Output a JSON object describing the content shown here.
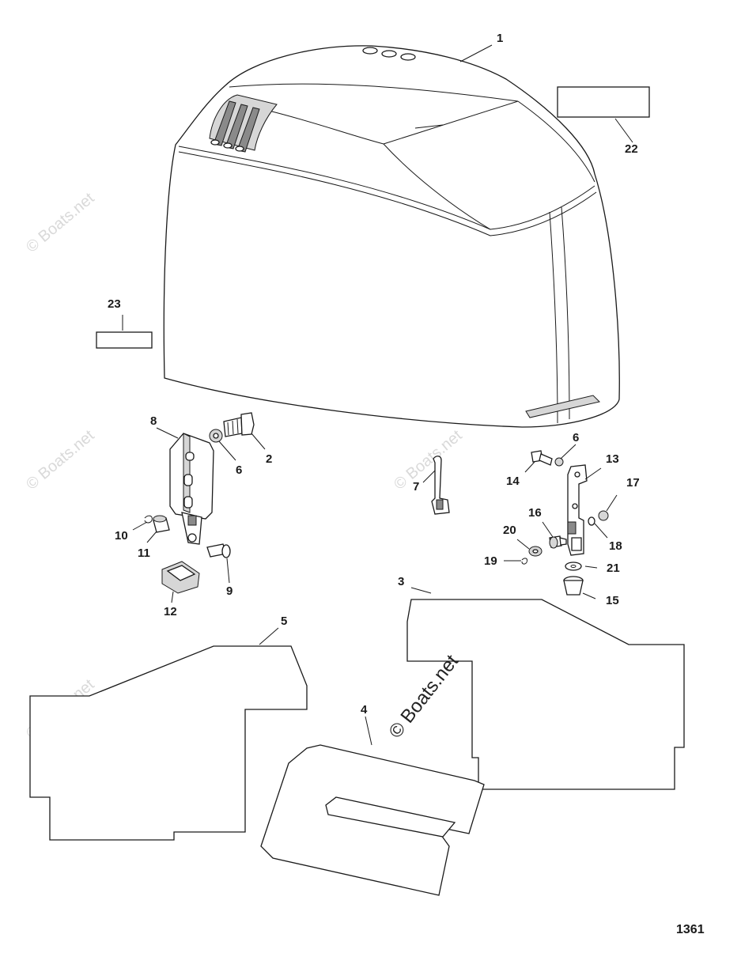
{
  "diagram": {
    "figure_number": "1361",
    "watermark": "© Boats.net",
    "callouts": {
      "c1": "1",
      "c2": "2",
      "c3": "3",
      "c4": "4",
      "c5": "5",
      "c6a": "6",
      "c6b": "6",
      "c7": "7",
      "c8": "8",
      "c9": "9",
      "c10": "10",
      "c11": "11",
      "c12": "12",
      "c13": "13",
      "c14": "14",
      "c15": "15",
      "c16": "16",
      "c17": "17",
      "c18": "18",
      "c19": "19",
      "c20": "20",
      "c21": "21",
      "c22": "22",
      "c23": "23"
    }
  }
}
